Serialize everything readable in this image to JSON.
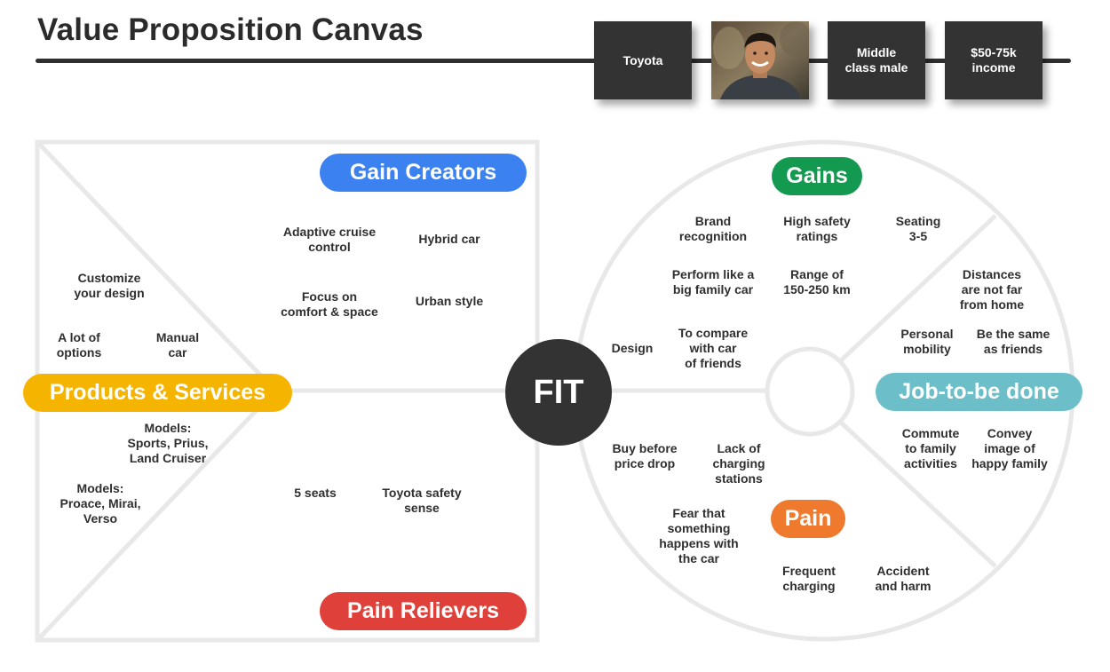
{
  "title": "Value Proposition Canvas",
  "header": {
    "company": "Toyota",
    "persona": "Middle\nclass male",
    "income": "$50-75k\nincome"
  },
  "fit": "FIT",
  "value_map": {
    "gain_creators": {
      "label": "Gain Creators",
      "color": "#3b82f0",
      "items": [
        "Adaptive cruise\ncontrol",
        "Hybrid car",
        "Focus on\ncomfort & space",
        "Urban style"
      ]
    },
    "products_services": {
      "label": "Products & Services",
      "color": "#f5b400",
      "items": [
        "Customize\nyour design",
        "A lot of\noptions",
        "Manual\ncar",
        "Models:\nSports, Prius,\nLand Cruiser",
        "Models:\nProace, Mirai,\nVerso"
      ]
    },
    "pain_relievers": {
      "label": "Pain Relievers",
      "color": "#e0403a",
      "items": [
        "5 seats",
        "Toyota safety\nsense"
      ]
    }
  },
  "customer_profile": {
    "gains": {
      "label": "Gains",
      "color": "#149a50",
      "items": [
        "Brand\nrecognition",
        "High safety\nratings",
        "Seating\n3-5",
        "Perform like a\nbig family car",
        "Range of\n150-250 km",
        "Design",
        "To compare\nwith car\nof friends"
      ]
    },
    "jobs": {
      "label": "Job-to-be done",
      "color": "#6cbfc8",
      "items": [
        "Distances\nare not far\nfrom home",
        "Personal\nmobility",
        "Be the same\nas friends",
        "Commute\nto family\nactivities",
        "Convey\nimage of\nhappy family"
      ]
    },
    "pains": {
      "label": "Pain",
      "color": "#ef7a2e",
      "items": [
        "Buy before\nprice drop",
        "Lack of\ncharging\nstations",
        "Fear that\nsomething\nhappens with\nthe car",
        "Frequent\ncharging",
        "Accident\nand harm"
      ]
    }
  },
  "colors": {
    "outline": "#e8e8e8",
    "dark": "#333333"
  }
}
